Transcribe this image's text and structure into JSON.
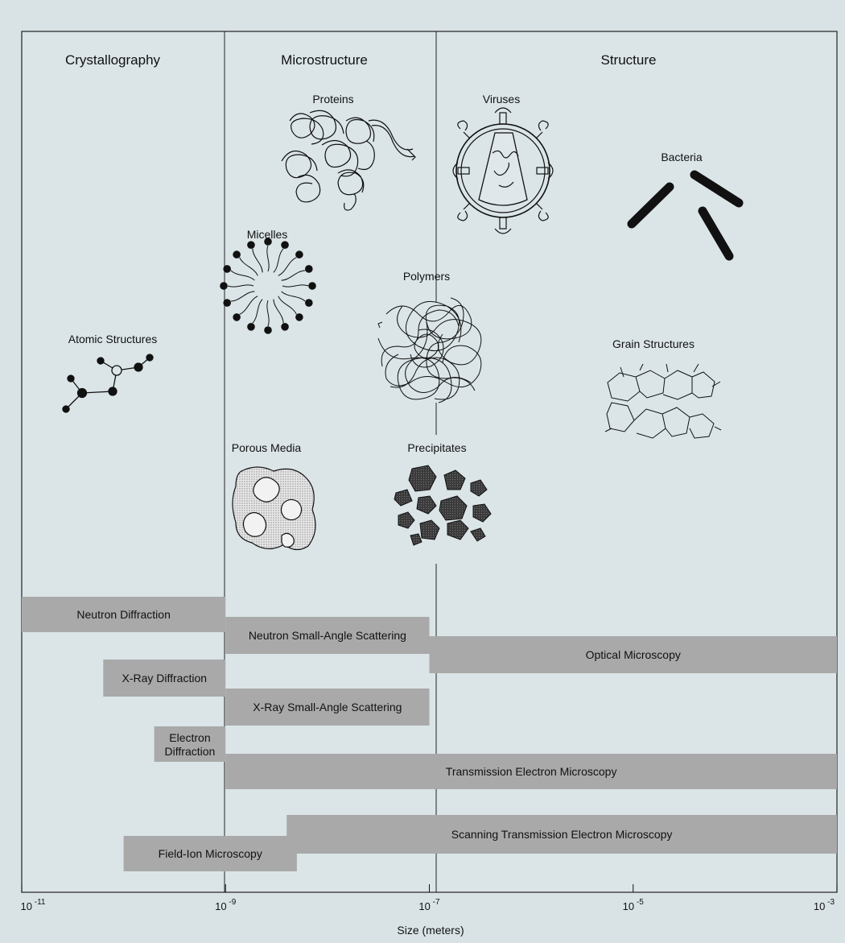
{
  "sections": {
    "crystallography": "Crystallography",
    "microstructure": "Microstructure",
    "structure": "Structure"
  },
  "structures": {
    "proteins": "Proteins",
    "viruses": "Viruses",
    "bacteria": "Bacteria",
    "micelles": "Micelles",
    "polymers": "Polymers",
    "atomic": "Atomic Structures",
    "grain": "Grain Structures",
    "porous": "Porous Media",
    "precipitates": "Precipitates"
  },
  "techniques": [
    {
      "label": "Neutron Diffraction",
      "from": -11,
      "to": -9
    },
    {
      "label": "Neutron Small-Angle Scattering",
      "from": -9,
      "to": -7
    },
    {
      "label": "Optical Microscopy",
      "from": -7,
      "to": -3
    },
    {
      "label": "X-Ray Diffraction",
      "from": -10.2,
      "to": -9
    },
    {
      "label": "X-Ray Small-Angle Scattering",
      "from": -9,
      "to": -7
    },
    {
      "label": "Electron Diffraction",
      "from": -9.7,
      "to": -9
    },
    {
      "label": "Transmission Electron Microscopy",
      "from": -9,
      "to": -3
    },
    {
      "label": "Scanning Transmission Electron Microscopy",
      "from": -8.4,
      "to": -3
    },
    {
      "label": "Field-Ion Microscopy",
      "from": -10,
      "to": -8.3
    }
  ],
  "axis": {
    "label": "Size (meters)",
    "base": "10",
    "exponents": [
      "-11",
      "-9",
      "-7",
      "-5",
      "-3"
    ]
  }
}
